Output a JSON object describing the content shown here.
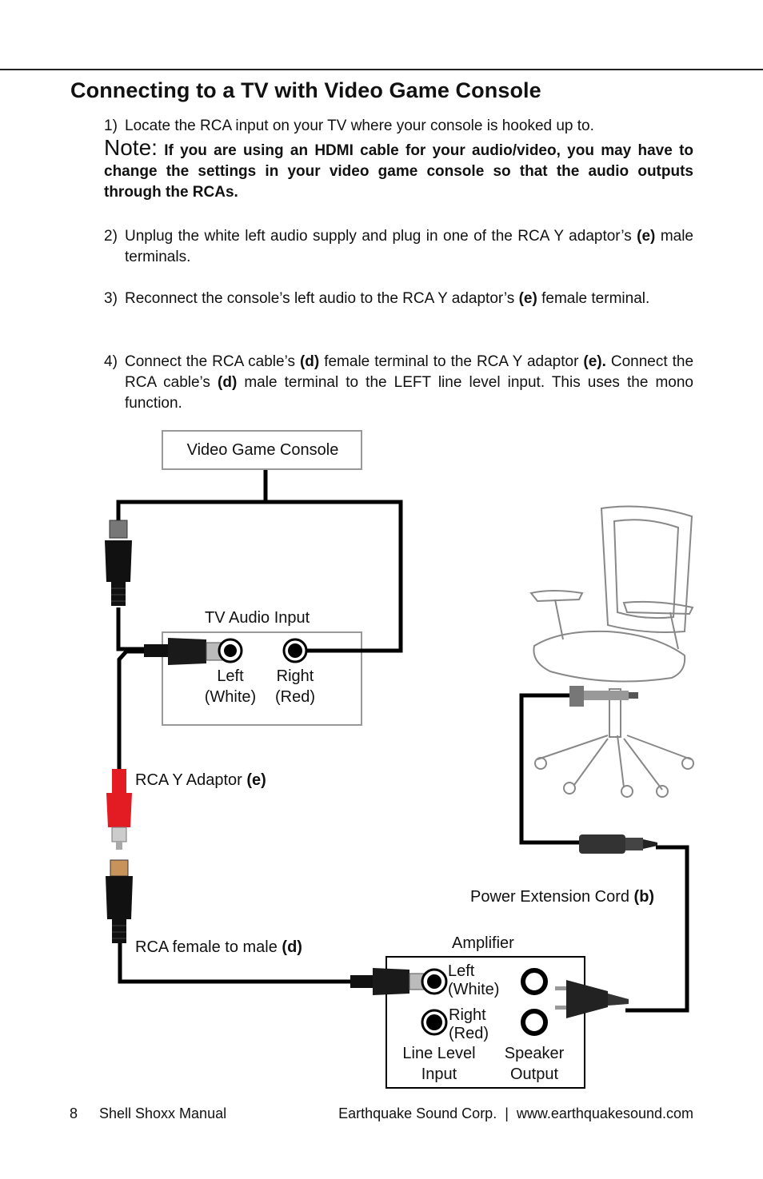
{
  "heading": "Connecting to a TV with Video Game Console",
  "steps": {
    "s1_num": "1)",
    "s1_text": "Locate the RCA input on your TV where your console is hooked up to.",
    "note_label": "Note:",
    "note_text": "If you are using an HDMI cable for your audio/video, you may have to change the settings in your video game console so that the audio outputs through the RCAs.",
    "s2_num": "2)",
    "s2_a": "Unplug the white left audio supply and plug in one of the RCA Y adaptor’s",
    "s2_b": "(e)",
    "s2_c": "male terminals.",
    "s3_num": "3)",
    "s3_a": "Reconnect the console’s left audio to the RCA Y adaptor’s",
    "s3_b": "(e)",
    "s3_c": "female terminal.",
    "s4_num": "4)",
    "s4_a": "Connect the RCA cable’s",
    "s4_b": "(d)",
    "s4_c": "female terminal to the RCA Y adaptor",
    "s4_d": "(e).",
    "s4_e": "Connect the RCA cable’s",
    "s4_f": "(d)",
    "s4_g": "male terminal to the LEFT line level input. This uses the mono function."
  },
  "diagram": {
    "console_box": "Video Game Console",
    "tv_title": "TV Audio Input",
    "tv_left_1": "Left",
    "tv_left_2": "(White)",
    "tv_right_1": "Right",
    "tv_right_2": "(Red)",
    "y_adaptor": "RCA Y Adaptor",
    "y_adaptor_code": "(e)",
    "power_cord": "Power Extension Cord",
    "power_cord_code": "(b)",
    "rca_cable": "RCA female to male",
    "rca_cable_code": "(d)",
    "amp_title": "Amplifier",
    "amp_left_1": "Left",
    "amp_left_2": "(White)",
    "amp_right_1": "Right",
    "amp_right_2": "(Red)",
    "line_level_1": "Line Level",
    "line_level_2": "Input",
    "speaker_1": "Speaker",
    "speaker_2": "Output"
  },
  "footer": {
    "page": "8",
    "manual": "Shell Shoxx Manual",
    "company": "Earthquake Sound Corp.  |  www.earthquakesound.com"
  },
  "colors": {
    "cable": "#000000",
    "red_plug": "#e31b23",
    "box_border": "#999999"
  }
}
